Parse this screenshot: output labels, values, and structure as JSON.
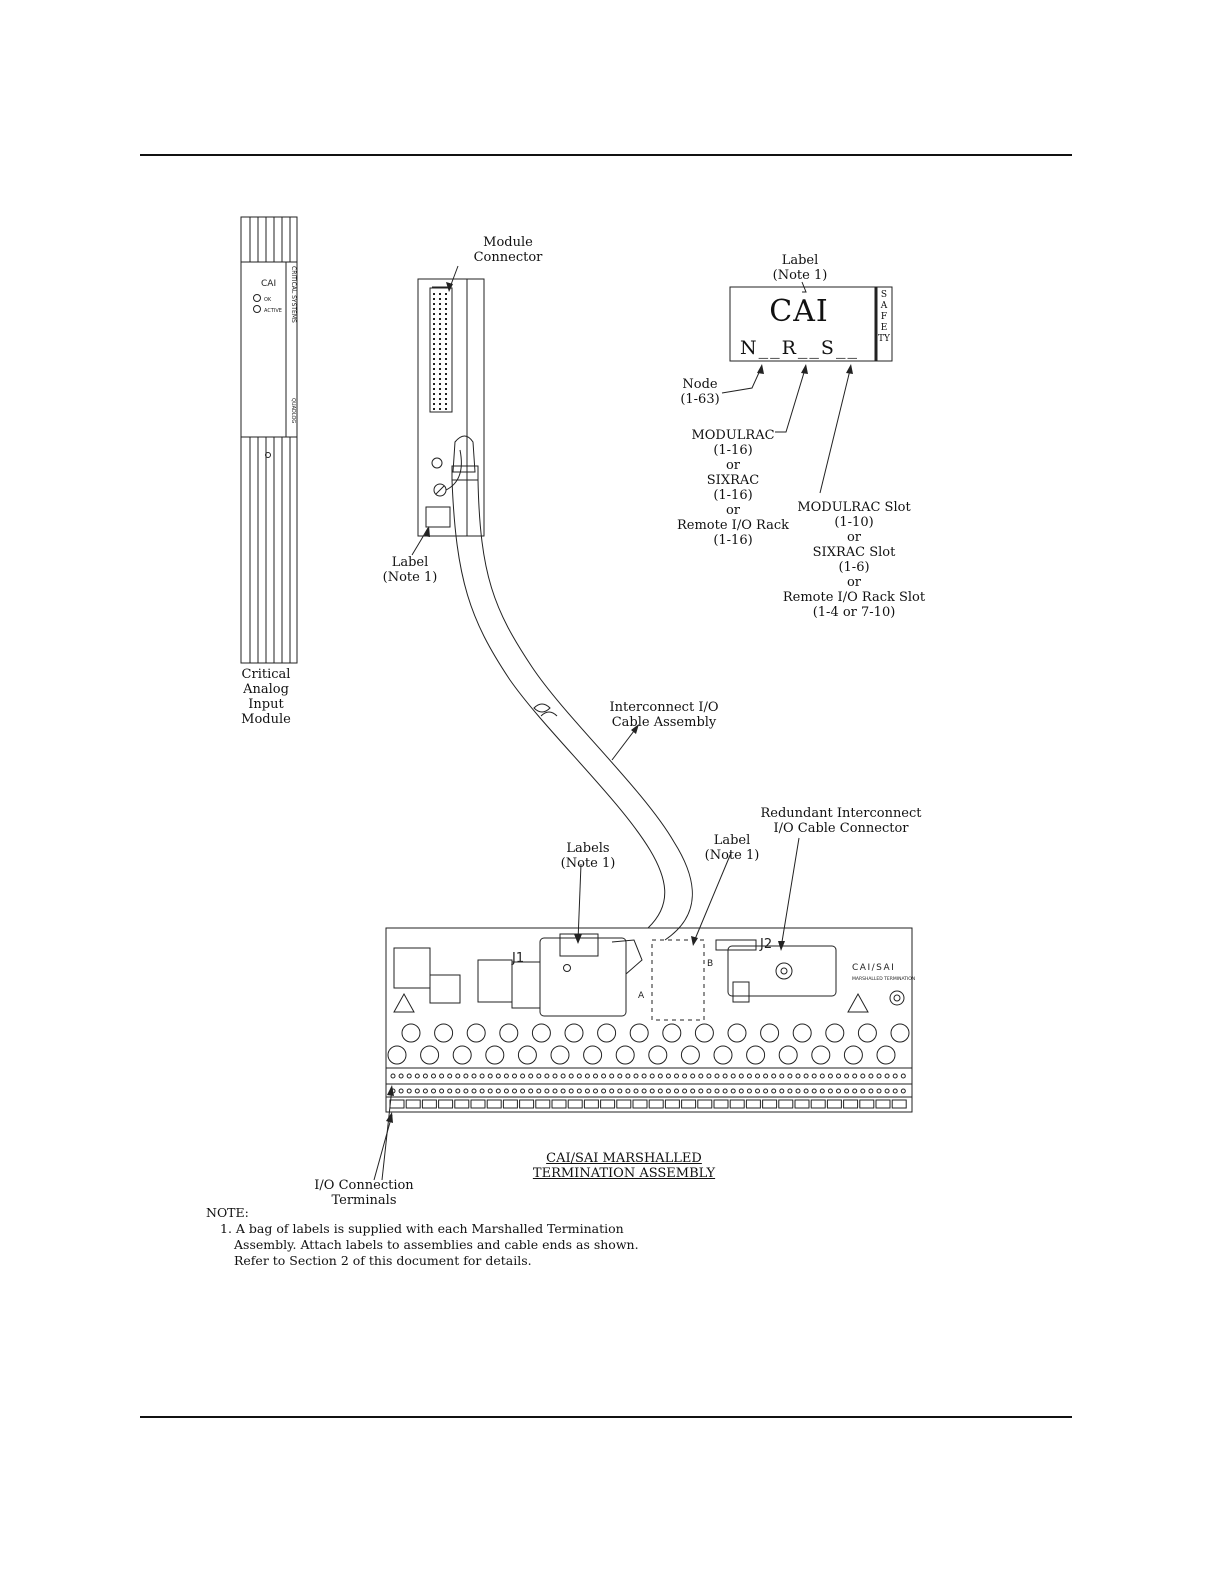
{
  "module_face": {
    "code": "CAI",
    "led_ok": "OK",
    "led_active": "ACTIVE",
    "brand_vertical": "CRITICAL SYSTEMS",
    "brand2_vertical": "QUADLOG"
  },
  "module_caption": [
    "Critical",
    "Analog",
    "Input",
    "Module"
  ],
  "module_connector": [
    "Module",
    "Connector"
  ],
  "label_note_top": [
    "Label",
    "(Note 1)"
  ],
  "label_note_left": [
    "Label",
    "(Note 1)"
  ],
  "label_card": {
    "code": "CAI",
    "fields": "N__R__S__",
    "side_text": "SAFETY"
  },
  "node_callout": [
    "Node",
    "(1-63)"
  ],
  "rack_callout": [
    "MODULRAC",
    "(1-16)",
    "or",
    "SIXRAC",
    "(1-16)",
    "or",
    "Remote I/O Rack",
    "(1-16)"
  ],
  "slot_callout": [
    "MODULRAC Slot",
    "(1-10)",
    "or",
    "SIXRAC Slot",
    "(1-6)",
    "or",
    "Remote I/O Rack Slot",
    "(1-4 or 7-10)"
  ],
  "cable_callout": [
    "Interconnect I/O",
    "Cable Assembly"
  ],
  "redundant_callout": [
    "Redundant Interconnect",
    "I/O Cable Connector"
  ],
  "labels_callout": [
    "Labels",
    "(Note 1)"
  ],
  "label_mid_callout": [
    "Label",
    "(Note 1)"
  ],
  "terminals_callout": [
    "I/O Connection",
    "Terminals"
  ],
  "assembly_title": [
    "CAI/SAI MARSHALLED",
    "TERMINATION ASSEMBLY"
  ],
  "board": {
    "j1": "J1",
    "j2": "J2",
    "brand": "CAI/SAI",
    "brand_sub": "MARSHALLED TERMINATION",
    "marker_a": "A",
    "marker_b": "B"
  },
  "note": {
    "heading": "NOTE:",
    "lines": [
      "1. A bag of labels is supplied with each Marshalled Termination",
      "Assembly.  Attach labels to assemblies and cable ends as shown.",
      "Refer to Section 2 of this document for details."
    ]
  }
}
